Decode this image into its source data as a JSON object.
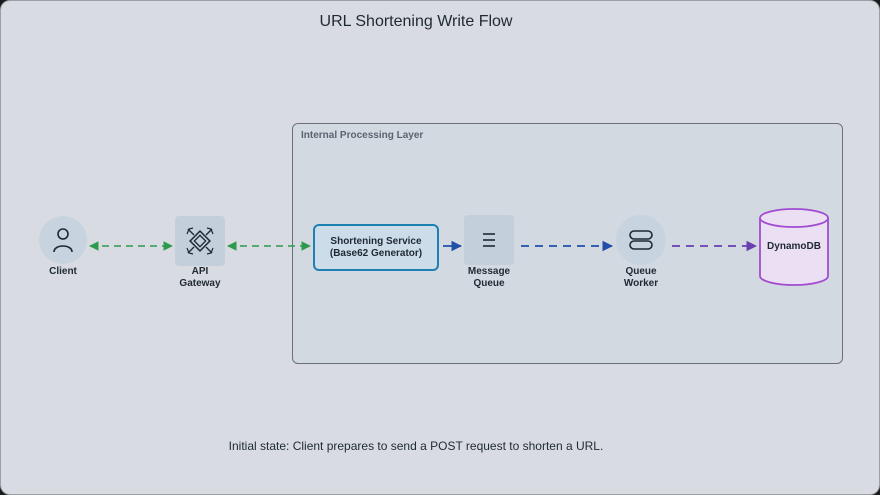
{
  "diagram": {
    "title": "URL Shortening Write Flow",
    "group_label": "Internal Processing Layer",
    "nodes": {
      "client": {
        "label": "Client",
        "icon": "user-icon"
      },
      "gateway": {
        "label_line1": "API",
        "label_line2": "Gateway",
        "icon": "gateway-icon"
      },
      "service": {
        "label_line1": "Shortening Service",
        "label_line2": "(Base62 Generator)"
      },
      "queue": {
        "label_line1": "Message",
        "label_line2": "Queue",
        "icon": "list-icon"
      },
      "worker": {
        "label_line1": "Queue",
        "label_line2": "Worker",
        "icon": "worker-icon"
      },
      "db": {
        "label": "DynamoDB"
      }
    },
    "caption": "Initial state: Client prepares to send a POST request to shorten a URL.",
    "colors": {
      "green_edge": "#2e9a4e",
      "blue_edge": "#1f4fa8",
      "purple_edge": "#6a3fb0",
      "db_border": "#a24bd0",
      "db_fill": "#eadff3",
      "service_border": "#1e7fb3"
    }
  }
}
